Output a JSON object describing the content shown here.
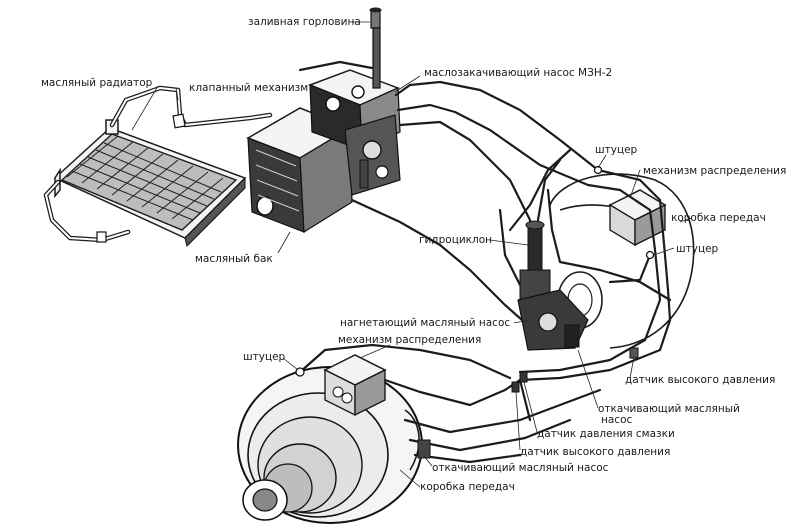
{
  "diagram": {
    "labels": {
      "filler_neck": "заливная горловина",
      "oil_radiator": "масляный радиатор",
      "valve_mechanism": "клапанный механизм",
      "pump_mzn2": "маслозакачивающий насос МЗН-2",
      "fitting_top": "штуцер",
      "distribution_mechanism_top": "механизм распределения",
      "gearbox_top": "коробка передач",
      "fitting_right": "штуцер",
      "hydrocyclone": "гидроциклон",
      "oil_tank": "масляный бак",
      "pressure_oil_pump": "нагнетающий масляный насос",
      "distribution_mechanism_bottom": "механизм распределения",
      "fitting_left": "штуцер",
      "high_pressure_sensor_right": "датчик высокого давления",
      "scavenge_oil_pump_line1": "откачивающий масляный",
      "scavenge_oil_pump_line2": "насос",
      "lube_pressure_sensor": "датчик давления смазки",
      "high_pressure_sensor_bottom": "датчик высокого давления",
      "scavenge_oil_pump_bottom": "откачивающий масляный насос",
      "gearbox_bottom": "коробка передач"
    },
    "colors": {
      "ink": "#1c1c1c",
      "paper": "#ffffff"
    }
  }
}
